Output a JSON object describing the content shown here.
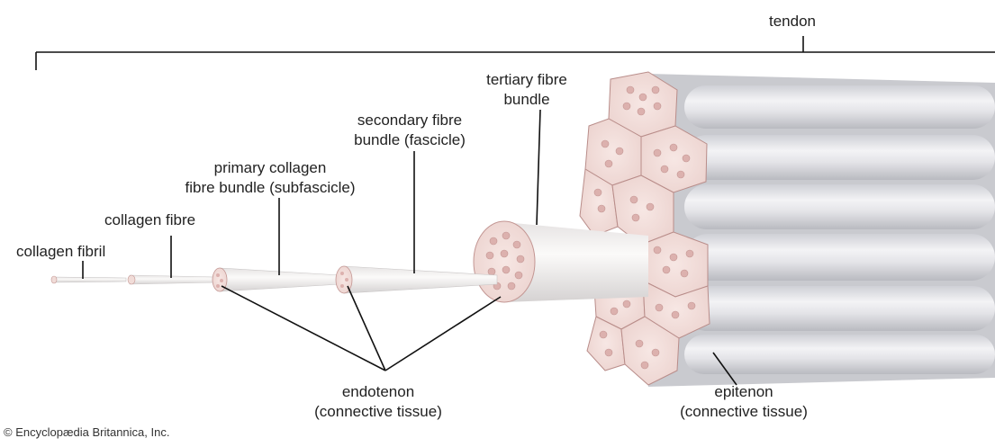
{
  "diagram": {
    "labels": {
      "tendon": "tendon",
      "tertiary_line1": "tertiary fibre",
      "tertiary_line2": "bundle",
      "secondary_line1": "secondary fibre",
      "secondary_line2": "bundle (fascicle)",
      "primary_line1": "primary collagen",
      "primary_line2": "fibre bundle (subfascicle)",
      "collagen_fibre": "collagen fibre",
      "collagen_fibril": "collagen fibril",
      "endotenon_line1": "endotenon",
      "endotenon_line2": "(connective tissue)",
      "epitenon_line1": "epitenon",
      "epitenon_line2": "(connective tissue)"
    },
    "credit": "© Encyclopædia Britannica, Inc.",
    "colors": {
      "fibre_fill": "#f6f1ee",
      "fibre_end": "#f1dcd8",
      "fibre_dot": "#e2b7b5",
      "shade": "#cfcfd3",
      "lines": "#111111"
    }
  }
}
